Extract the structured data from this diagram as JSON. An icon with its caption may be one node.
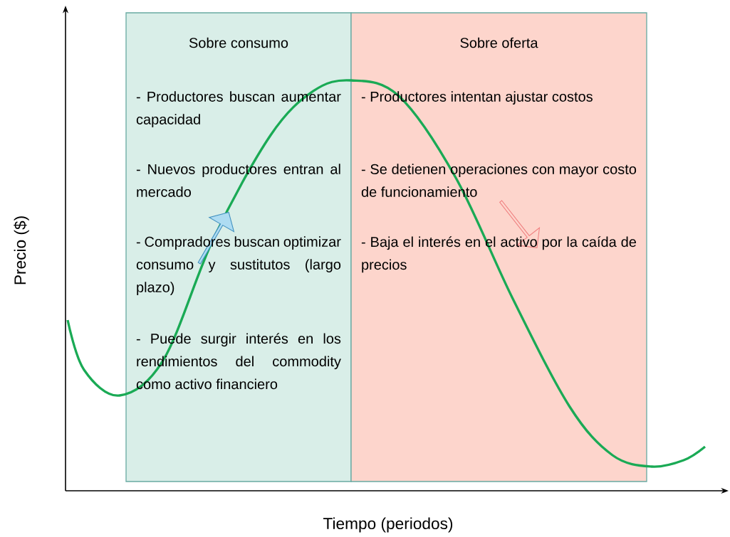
{
  "diagram": {
    "nodes": [
      {
        "text": [
          "Sobre consumo",
          "- Productores buscan aumentar capacidad",
          "- Nuevos productores entran al mercado",
          "- Compradores buscan optimizar consumo y sustitutos (largo plazo)",
          "- Puede surgir interés en los rendimientos del commodity como activo financiero"
        ]
      },
      {
        "text": [
          "Sobre oferta",
          "- Productores intentan ajustar costos",
          "- Se detienen operaciones con mayor costo de funcionamiento",
          "- Baja el interés en el activo por la caída de precios"
        ]
      }
    ],
    "labels": [
      "Precio ($)",
      "Tiempo (periodos)"
    ]
  }
}
